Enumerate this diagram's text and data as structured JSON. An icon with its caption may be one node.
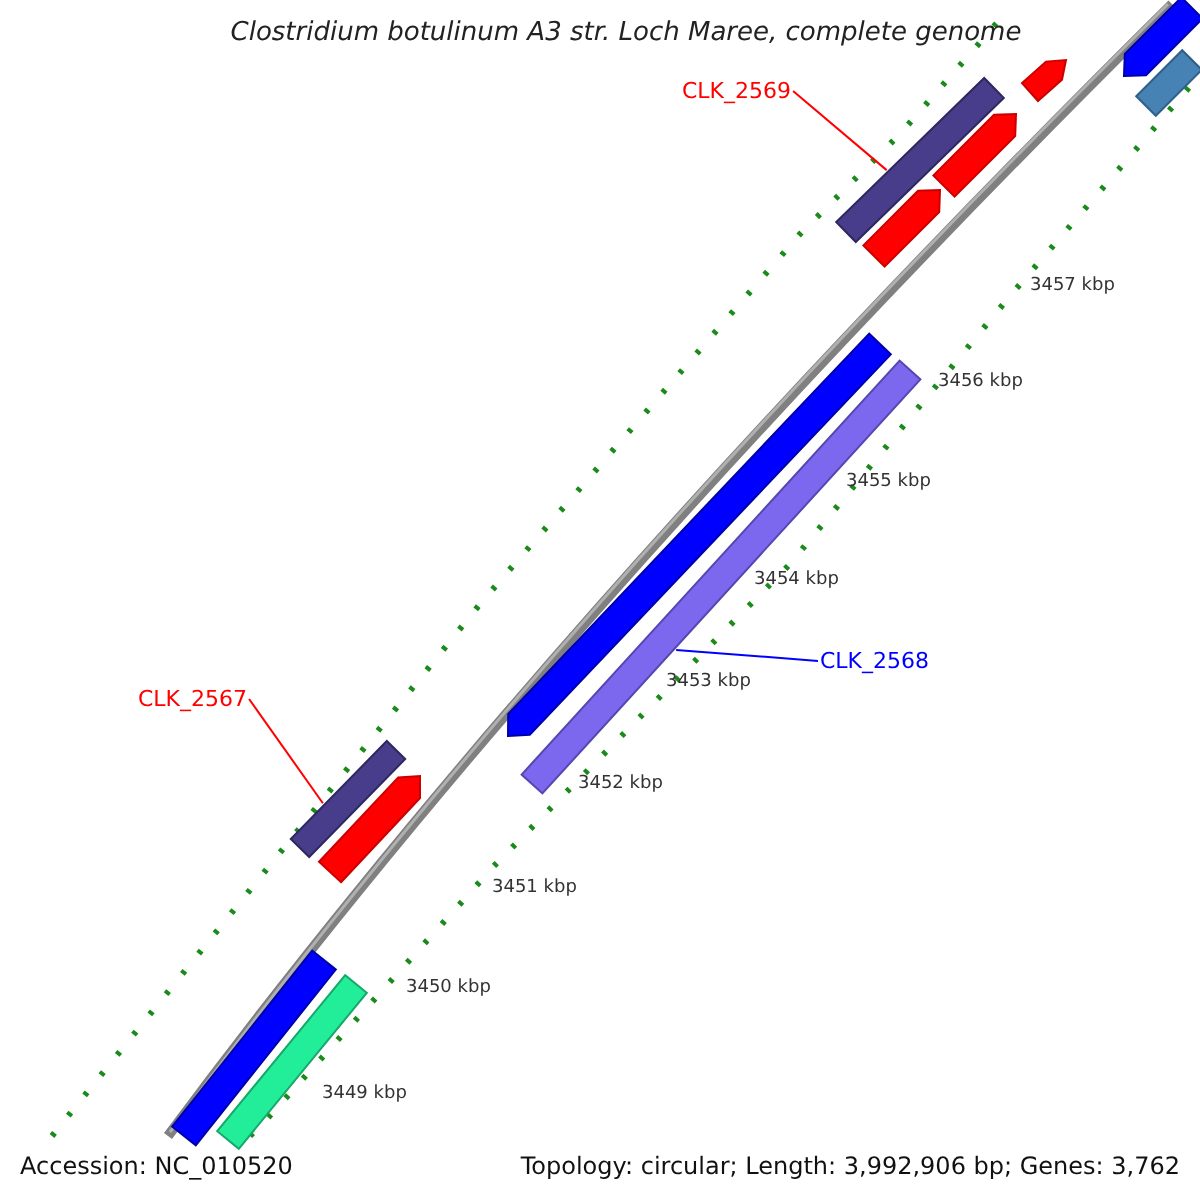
{
  "diagram": {
    "title": "Clostridium botulinum A3 str. Loch Maree, complete genome",
    "nodes": [
      {
        "text": [
          "CLK_2569"
        ]
      },
      {
        "text": [],
        "shape": "bar"
      },
      {
        "text": [
          "CLK_2567"
        ]
      },
      {
        "text": [],
        "shape": "bar"
      },
      {
        "text": [
          "CLK_2568"
        ]
      },
      {
        "text": [],
        "shape": "bar"
      }
    ],
    "edges": [
      {
        "from": 0,
        "to": 1,
        "arrow": "none",
        "color": "#ff0000"
      },
      {
        "from": 2,
        "to": 3,
        "arrow": "none",
        "color": "#ff0000"
      },
      {
        "from": 4,
        "to": 5,
        "arrow": "none",
        "color": "#0000ff"
      }
    ],
    "labels": [
      "3457 kbp",
      "3456 kbp",
      "3455 kbp",
      "3454 kbp",
      "3453 kbp",
      "3452 kbp",
      "3451 kbp",
      "3450 kbp",
      "3449 kbp",
      "Accession: NC_010520",
      "Topology: circular; Length: 3,992,906 bp; Genes: 3,762"
    ]
  }
}
